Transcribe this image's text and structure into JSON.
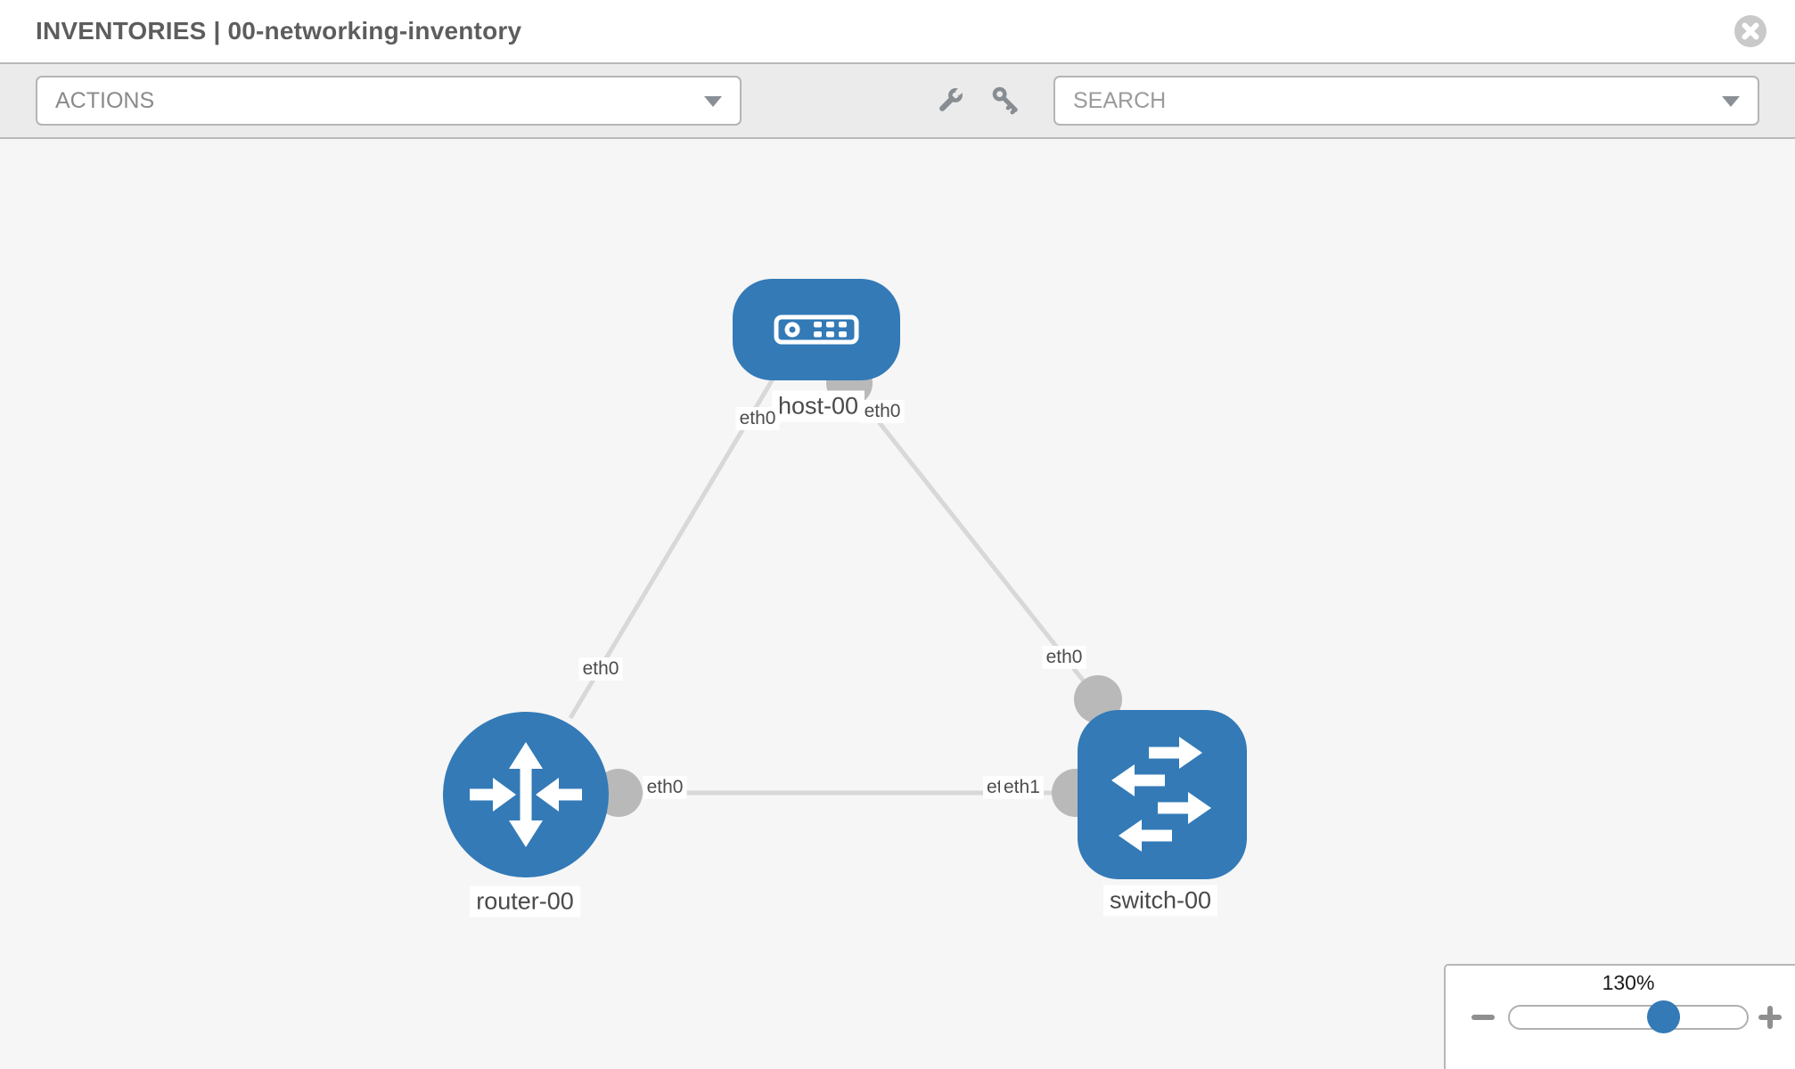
{
  "header": {
    "title": "INVENTORIES | 00-networking-inventory"
  },
  "toolbar": {
    "actions_label": "ACTIONS",
    "search_placeholder": "SEARCH"
  },
  "icons": {
    "close": "close-icon",
    "wrench": "wrench-icon",
    "key": "key-icon",
    "dropdown_caret": "caret-down-icon",
    "zoom_minus": "minus-icon",
    "zoom_plus": "plus-icon"
  },
  "topology": {
    "nodes": [
      {
        "id": "host-00",
        "type": "host",
        "label": "host-00"
      },
      {
        "id": "router-00",
        "type": "router",
        "label": "router-00"
      },
      {
        "id": "switch-00",
        "type": "switch",
        "label": "switch-00"
      }
    ],
    "links": [
      {
        "source": "host-00",
        "source_if": "eth0",
        "target": "router-00",
        "target_if": "eth0"
      },
      {
        "source": "host-00",
        "source_if": "eth0",
        "target": "switch-00",
        "target_if": "eth0"
      },
      {
        "source": "router-00",
        "source_if": "eth0",
        "target": "switch-00",
        "target_if": "eth1"
      }
    ],
    "occluded_interface_label": "eth0"
  },
  "zoom_control": {
    "level": "130%"
  },
  "colors": {
    "node_fill": "#337ab7",
    "link_stroke": "#d8d8d8",
    "connector_fill": "#b9b9b9",
    "toolbar_bg": "#ebebeb",
    "canvas_bg": "#f6f6f6",
    "bar_border": "#b9b9b9"
  }
}
